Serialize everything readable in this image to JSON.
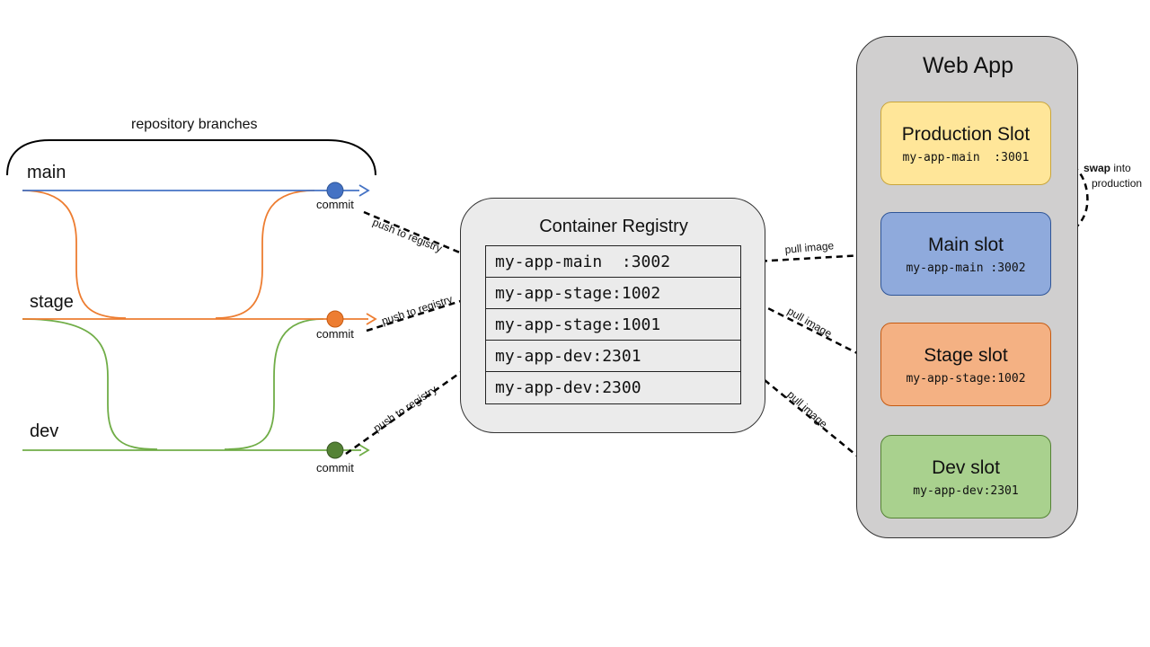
{
  "repo": {
    "label": "repository branches",
    "branches": [
      {
        "name": "main",
        "color": "#4472c4",
        "commit_color": "#4472c4",
        "commit_label": "commit"
      },
      {
        "name": "stage",
        "color": "#ed7d31",
        "commit_color": "#ed7d31",
        "commit_label": "commit"
      },
      {
        "name": "dev",
        "color": "#70ad47",
        "commit_color": "#548235",
        "commit_label": "commit"
      }
    ],
    "push_label": "push to registry"
  },
  "registry": {
    "title": "Container Registry",
    "images": [
      "my-app-main  :3002",
      "my-app-stage:1002",
      "my-app-stage:1001",
      "my-app-dev:2301",
      "my-app-dev:2300"
    ]
  },
  "webapp": {
    "title": "Web App",
    "slots": [
      {
        "title": "Production Slot",
        "image": "my-app-main  :3001"
      },
      {
        "title": "Main slot",
        "image": "my-app-main :3002"
      },
      {
        "title": "Stage slot",
        "image": "my-app-stage:1002"
      },
      {
        "title": "Dev slot",
        "image": "my-app-dev:2301"
      }
    ]
  },
  "pull_label": "pull image",
  "swap": {
    "bold": "swap",
    "rest": " into",
    "line2": "production"
  }
}
